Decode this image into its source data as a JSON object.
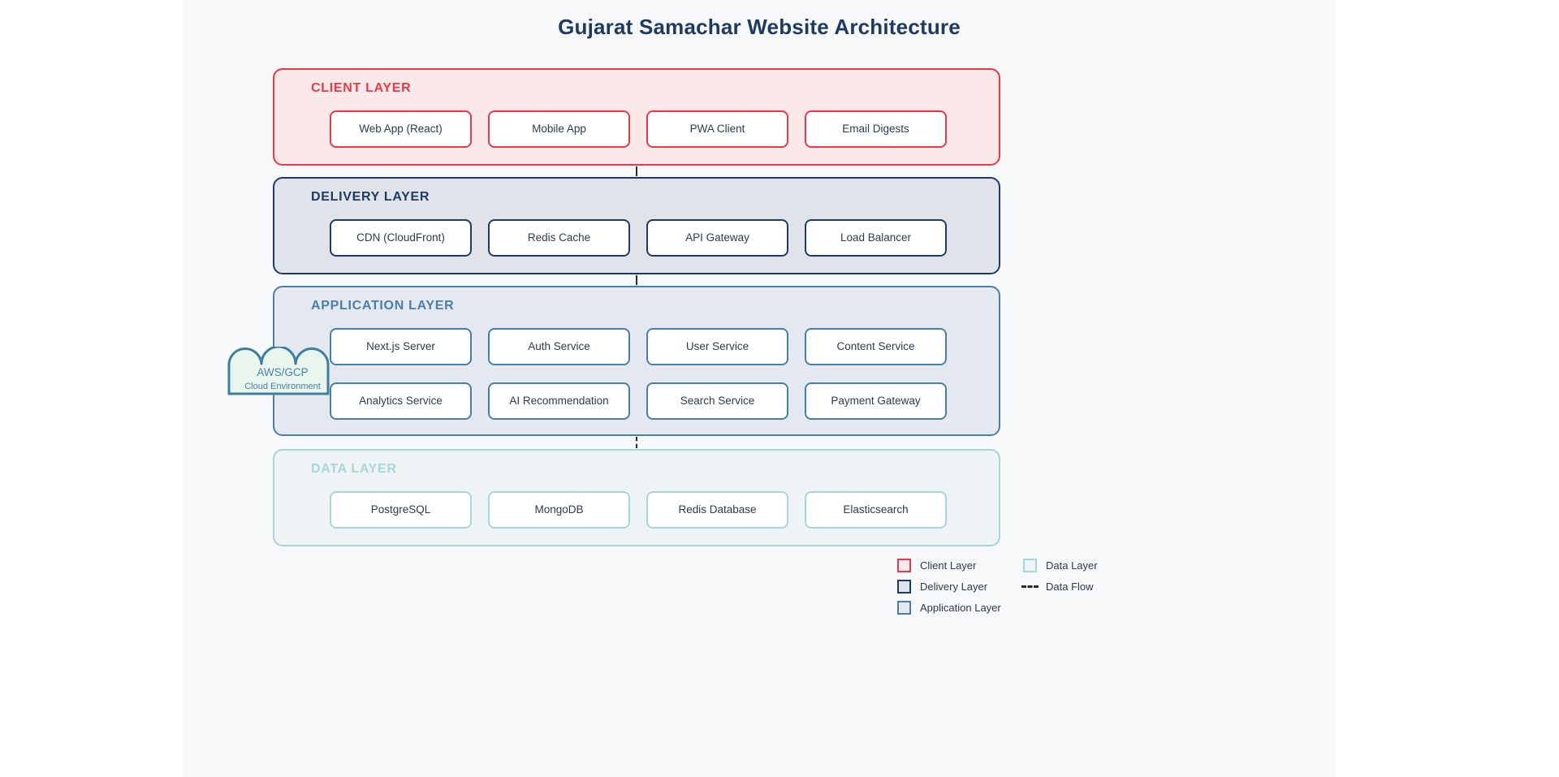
{
  "page": {
    "title": "Gujarat Samachar Website Architecture",
    "background": "#f6f8fa"
  },
  "layers": [
    {
      "id": "client",
      "title": "CLIENT LAYER",
      "accent": "#e8394a",
      "fill": "#fbe9ea",
      "nodes": [
        "Web App (React)",
        "Mobile App",
        "PWA Client",
        "Email Digests"
      ]
    },
    {
      "id": "delivery",
      "title": "DELIVERY LAYER",
      "accent": "#1f3b62",
      "fill": "#e0e4ea",
      "nodes": [
        "CDN (CloudFront)",
        "Redis Cache",
        "API Gateway",
        "Load Balancer"
      ]
    },
    {
      "id": "application",
      "title": "APPLICATION LAYER",
      "accent": "#4a7ea8",
      "fill": "#e4e8f0",
      "nodes_row1": [
        "Next.js Server",
        "Auth Service",
        "User Service",
        "Content Service"
      ],
      "nodes_row2": [
        "Analytics Service",
        "AI Recommendation",
        "Search Service",
        "Payment Gateway"
      ]
    },
    {
      "id": "data",
      "title": "DATA LAYER",
      "accent": "#a8d5d8",
      "fill": "#eef4f5",
      "nodes": [
        "PostgreSQL",
        "MongoDB",
        "Redis Database",
        "Elasticsearch"
      ]
    }
  ],
  "cloud": {
    "label": "AWS/GCP",
    "sublabel": "Cloud Environment",
    "fill": "#e9f6ee",
    "stroke": "#3f7f9e"
  },
  "legend": {
    "left": [
      {
        "label": "Client Layer",
        "stroke": "#e8394a",
        "fill": "#fbe9ea",
        "type": "swatch"
      },
      {
        "label": "Delivery Layer",
        "stroke": "#1f3b62",
        "fill": "#e0e4ea",
        "type": "swatch"
      },
      {
        "label": "Application Layer",
        "stroke": "#4a7ea8",
        "fill": "#e4e8f0",
        "type": "swatch"
      }
    ],
    "right": [
      {
        "label": "Data Layer",
        "stroke": "#a8d5d8",
        "fill": "#eef4f5",
        "type": "swatch"
      },
      {
        "label": "Data Flow",
        "stroke": "#2b2b2b",
        "fill": "transparent",
        "type": "dash"
      }
    ]
  }
}
